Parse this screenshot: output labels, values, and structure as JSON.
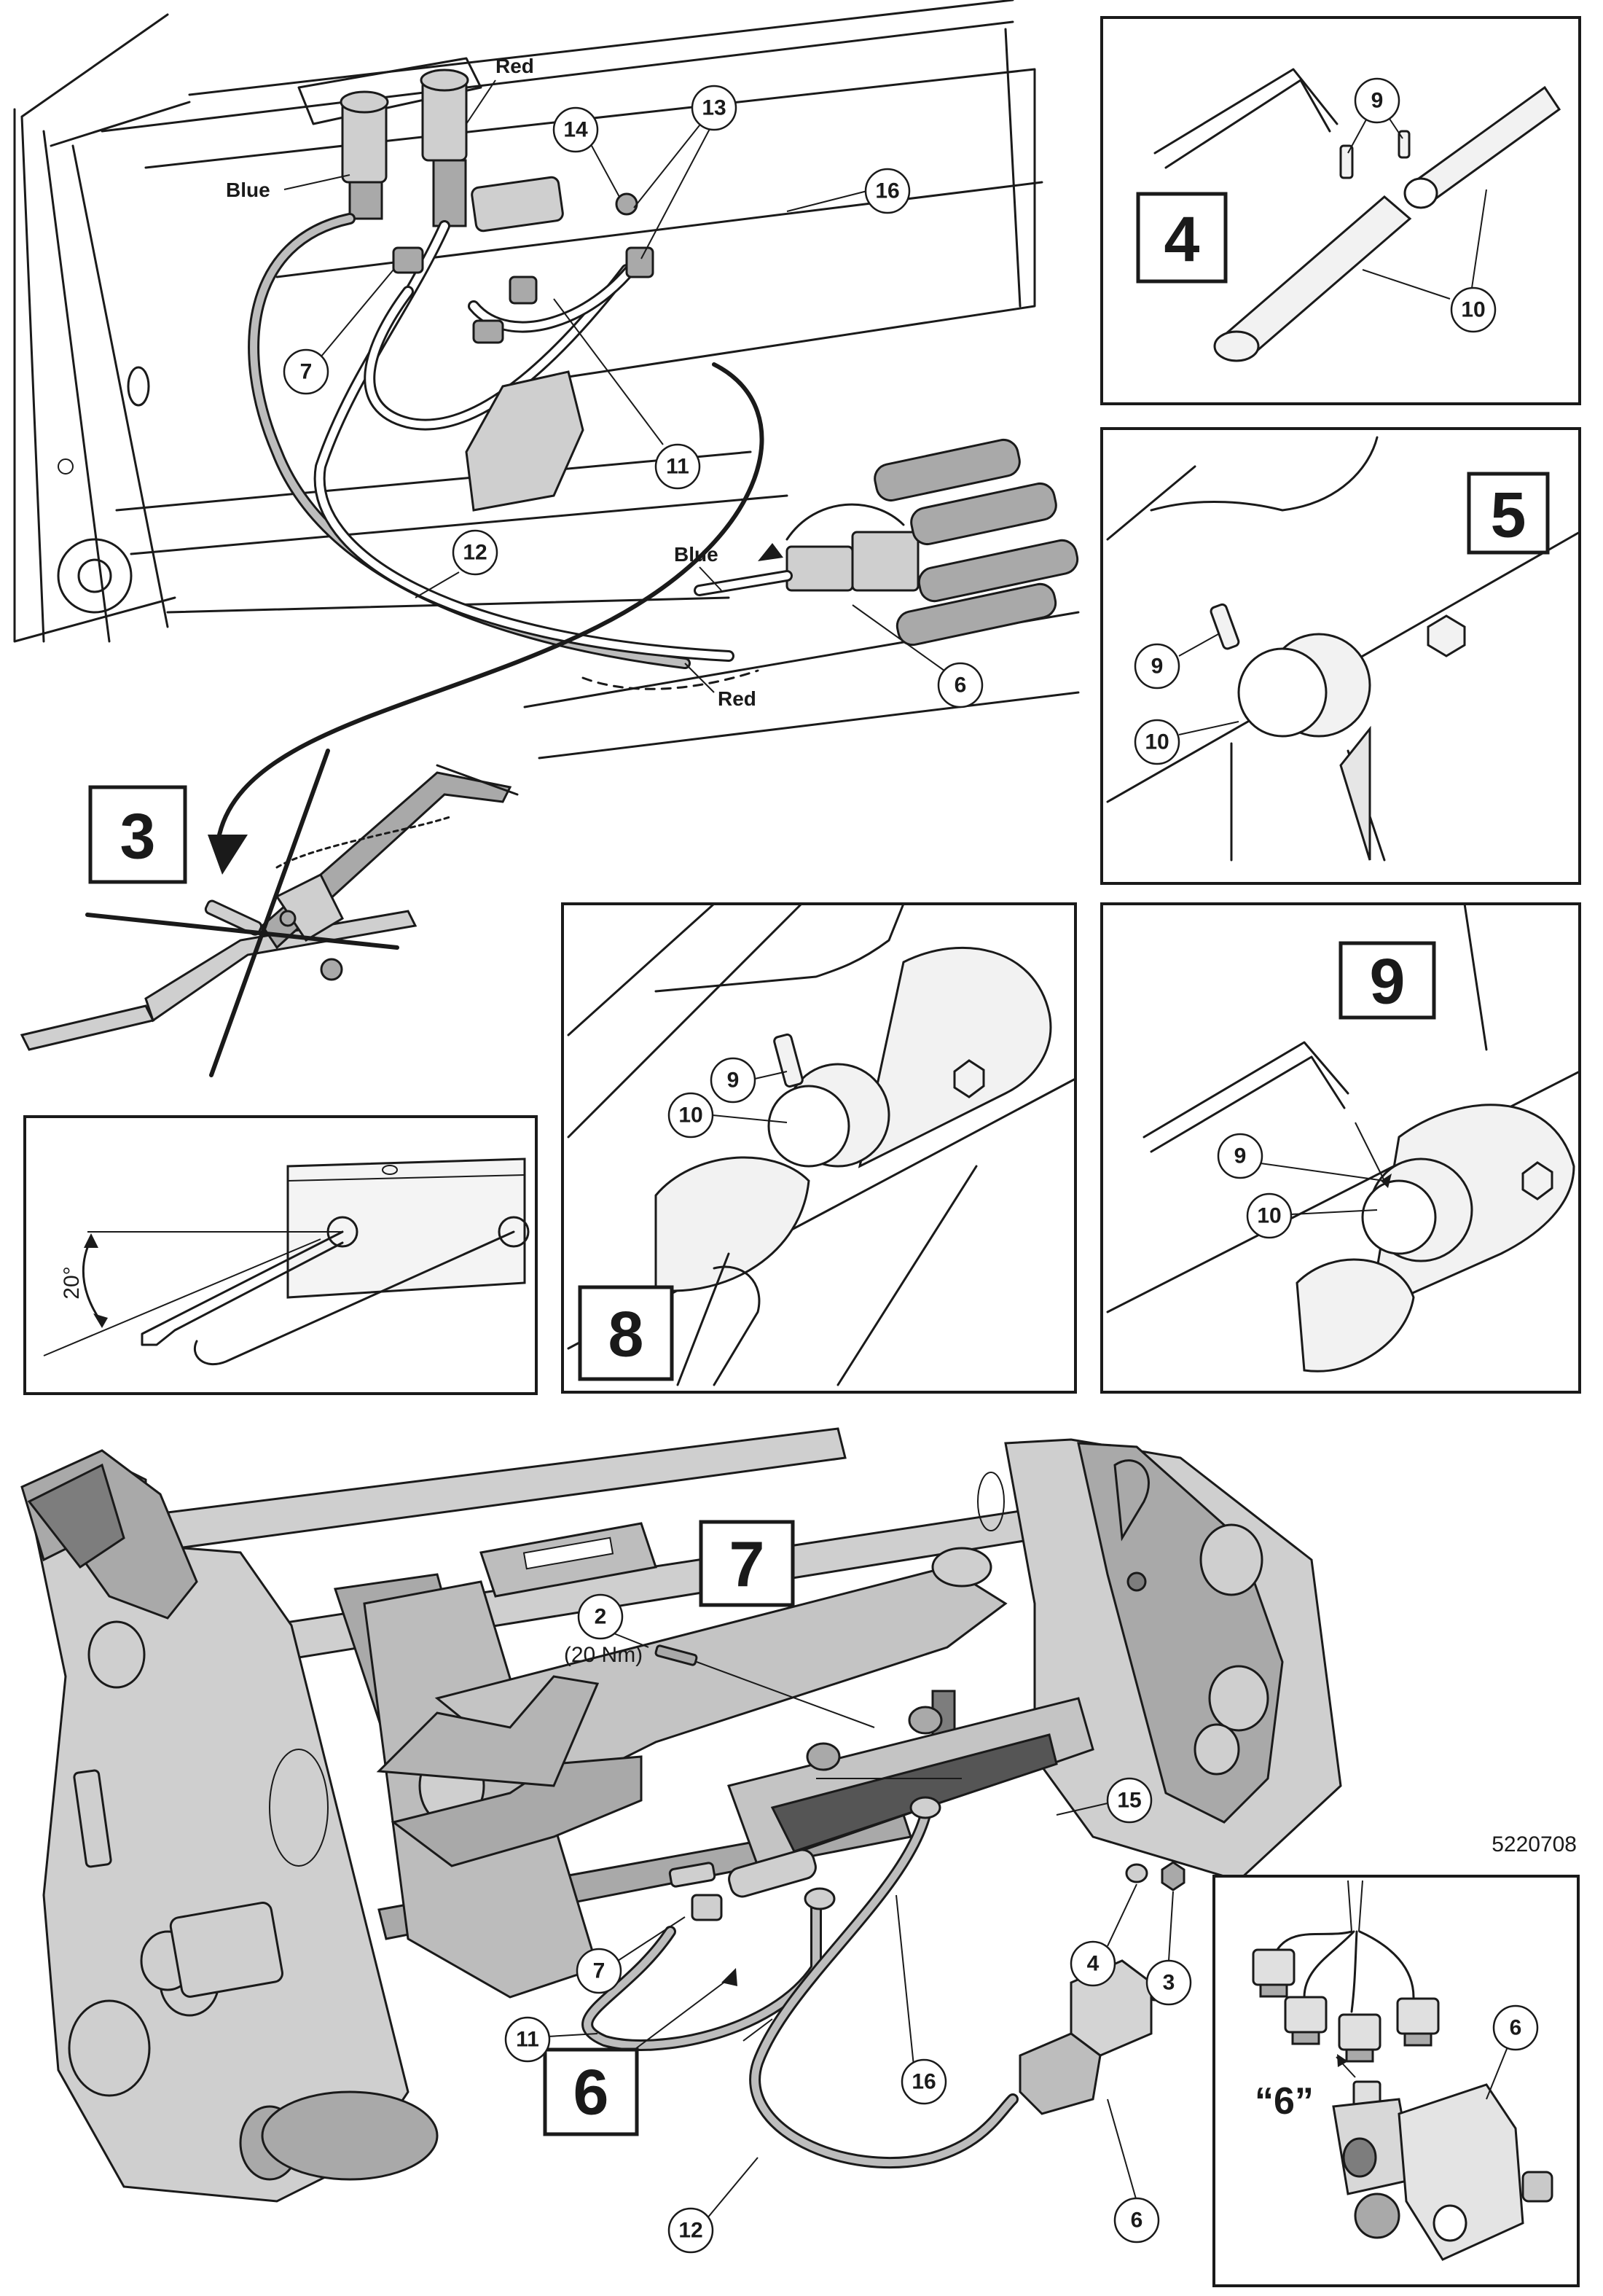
{
  "drawing_number": "5220708",
  "steps": {
    "s3": "3",
    "s4": "4",
    "s5": "5",
    "s6": "6",
    "s7": "7",
    "s8": "8",
    "s9": "9"
  },
  "labels": {
    "red_top": "Red",
    "blue_left": "Blue",
    "blue_mid": "Blue",
    "red_mid": "Red",
    "angle": "20°",
    "torque": "(20 Nm)",
    "quoted_six": "“6”"
  },
  "callouts": {
    "c14": "14",
    "c13": "13",
    "c16_top": "16",
    "c7_top": "7",
    "c11_top": "11",
    "c12_top": "12",
    "c6_top": "6",
    "c4_9": "9",
    "c4_10": "10",
    "c5_9": "9",
    "c5_10": "10",
    "c8_9": "9",
    "c8_10": "10",
    "c9_9": "9",
    "c9_10": "10",
    "c2": "2",
    "c15": "15",
    "c4": "4",
    "c3": "3",
    "c7": "7",
    "c11": "11",
    "c16": "16",
    "c12": "12",
    "c6": "6",
    "c6_inset": "6"
  }
}
